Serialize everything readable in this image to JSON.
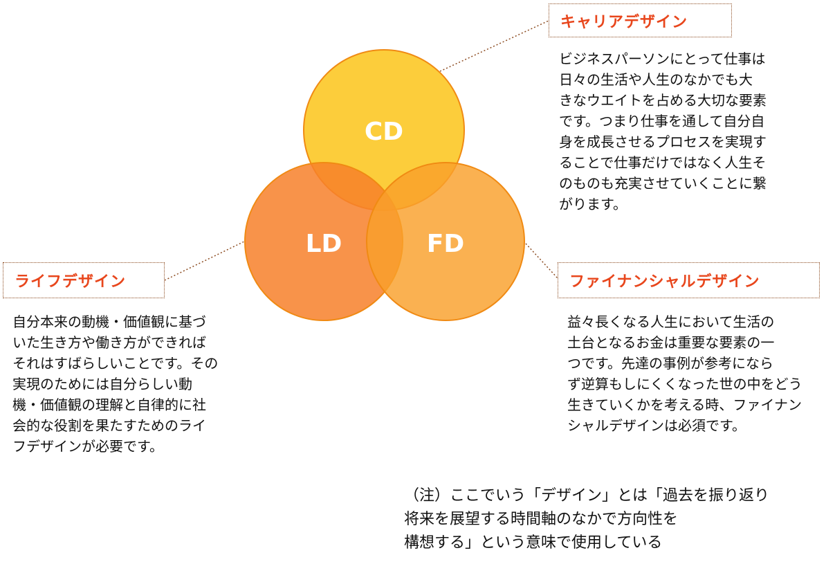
{
  "colors": {
    "cd_circle": "#fcc419",
    "ld_circle": "#f7802a",
    "fd_circle": "#f9a02b",
    "circle_stroke": "#f08a13",
    "title_text": "#e8461c",
    "title_border": "#8b4a1f",
    "connector": "#8b4a1f"
  },
  "circles": {
    "cd": "CD",
    "ld": "LD",
    "fd": "FD"
  },
  "career": {
    "title": "キャリアデザイン",
    "lines": [
      "ビジネスパーソンにとって仕事は",
      "日々の生活や人生のなかでも大",
      "きなウエイトを占める大切な要素",
      "です。つまり仕事を通して自分自",
      "身を成長させるプロセスを実現す",
      "ることで仕事だけではなく人生そ",
      "のものも充実させていくことに繋",
      "がります。"
    ]
  },
  "life": {
    "title": "ライフデザイン",
    "lines": [
      "自分本来の動機・価値観に基づ",
      "いた生き方や働き方ができれば",
      "それはすばらしいことです。その",
      "実現のためには自分らしい動",
      "機・価値観の理解と自律的に社",
      "会的な役割を果たすためのライ",
      "フデザインが必要です。"
    ]
  },
  "financial": {
    "title": "ファイナンシャルデザイン",
    "lines": [
      "益々長くなる人生において生活の",
      "土台となるお金は重要な要素の一",
      "つです。先達の事例が参考になら",
      "ず逆算もしにくくなった世の中をどう",
      "生きていくかを考える時、ファイナン",
      "シャルデザインは必須です。"
    ]
  },
  "note": {
    "lines": [
      "（注）ここでいう「デザイン」とは「過去を振り返り",
      "将来を展望する時間軸のなかで方向性を",
      "構想する」という意味で使用している"
    ]
  }
}
